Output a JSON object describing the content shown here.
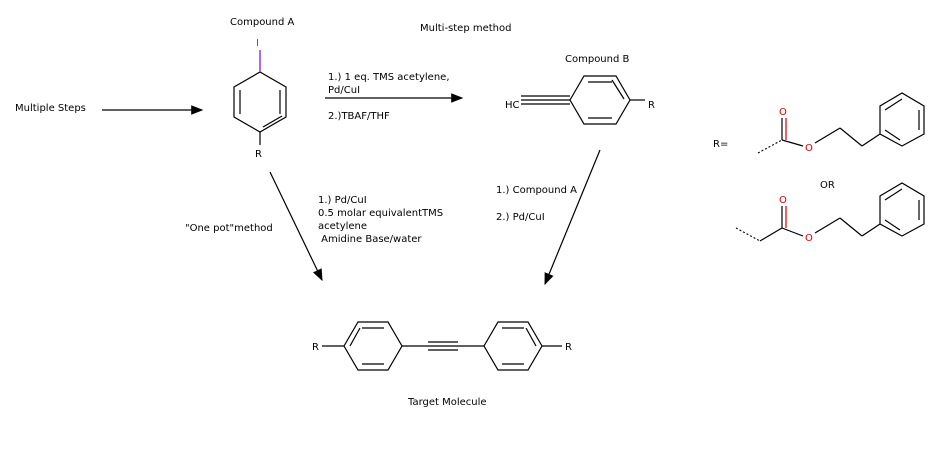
{
  "labels": {
    "compound_a": "Compound A",
    "compound_b": "Compound B",
    "multi_step_title": "Multi-step method",
    "multiple_steps": "Multiple Steps",
    "one_pot": "\"One pot\"method",
    "target": "Target Molecule",
    "r_equals": "R=",
    "or": "OR"
  },
  "conditions": {
    "multi_step": [
      "1.) 1 eq. TMS acetylene,",
      "Pd/CuI",
      "2.)TBAF/THF"
    ],
    "one_pot": [
      "1.) Pd/CuI",
      "0.5 molar equivalentTMS",
      "acetylene",
      " Amidine Base/water"
    ],
    "b_to_target": [
      "1.) Compound A",
      "2.) Pd/CuI"
    ]
  },
  "atoms": {
    "iodine": "I",
    "r": "R",
    "hc": "HC",
    "oxygen": "O"
  },
  "colors": {
    "iodine": "#8a2be2",
    "oxygen": "#d40000",
    "bond": "#000000"
  }
}
